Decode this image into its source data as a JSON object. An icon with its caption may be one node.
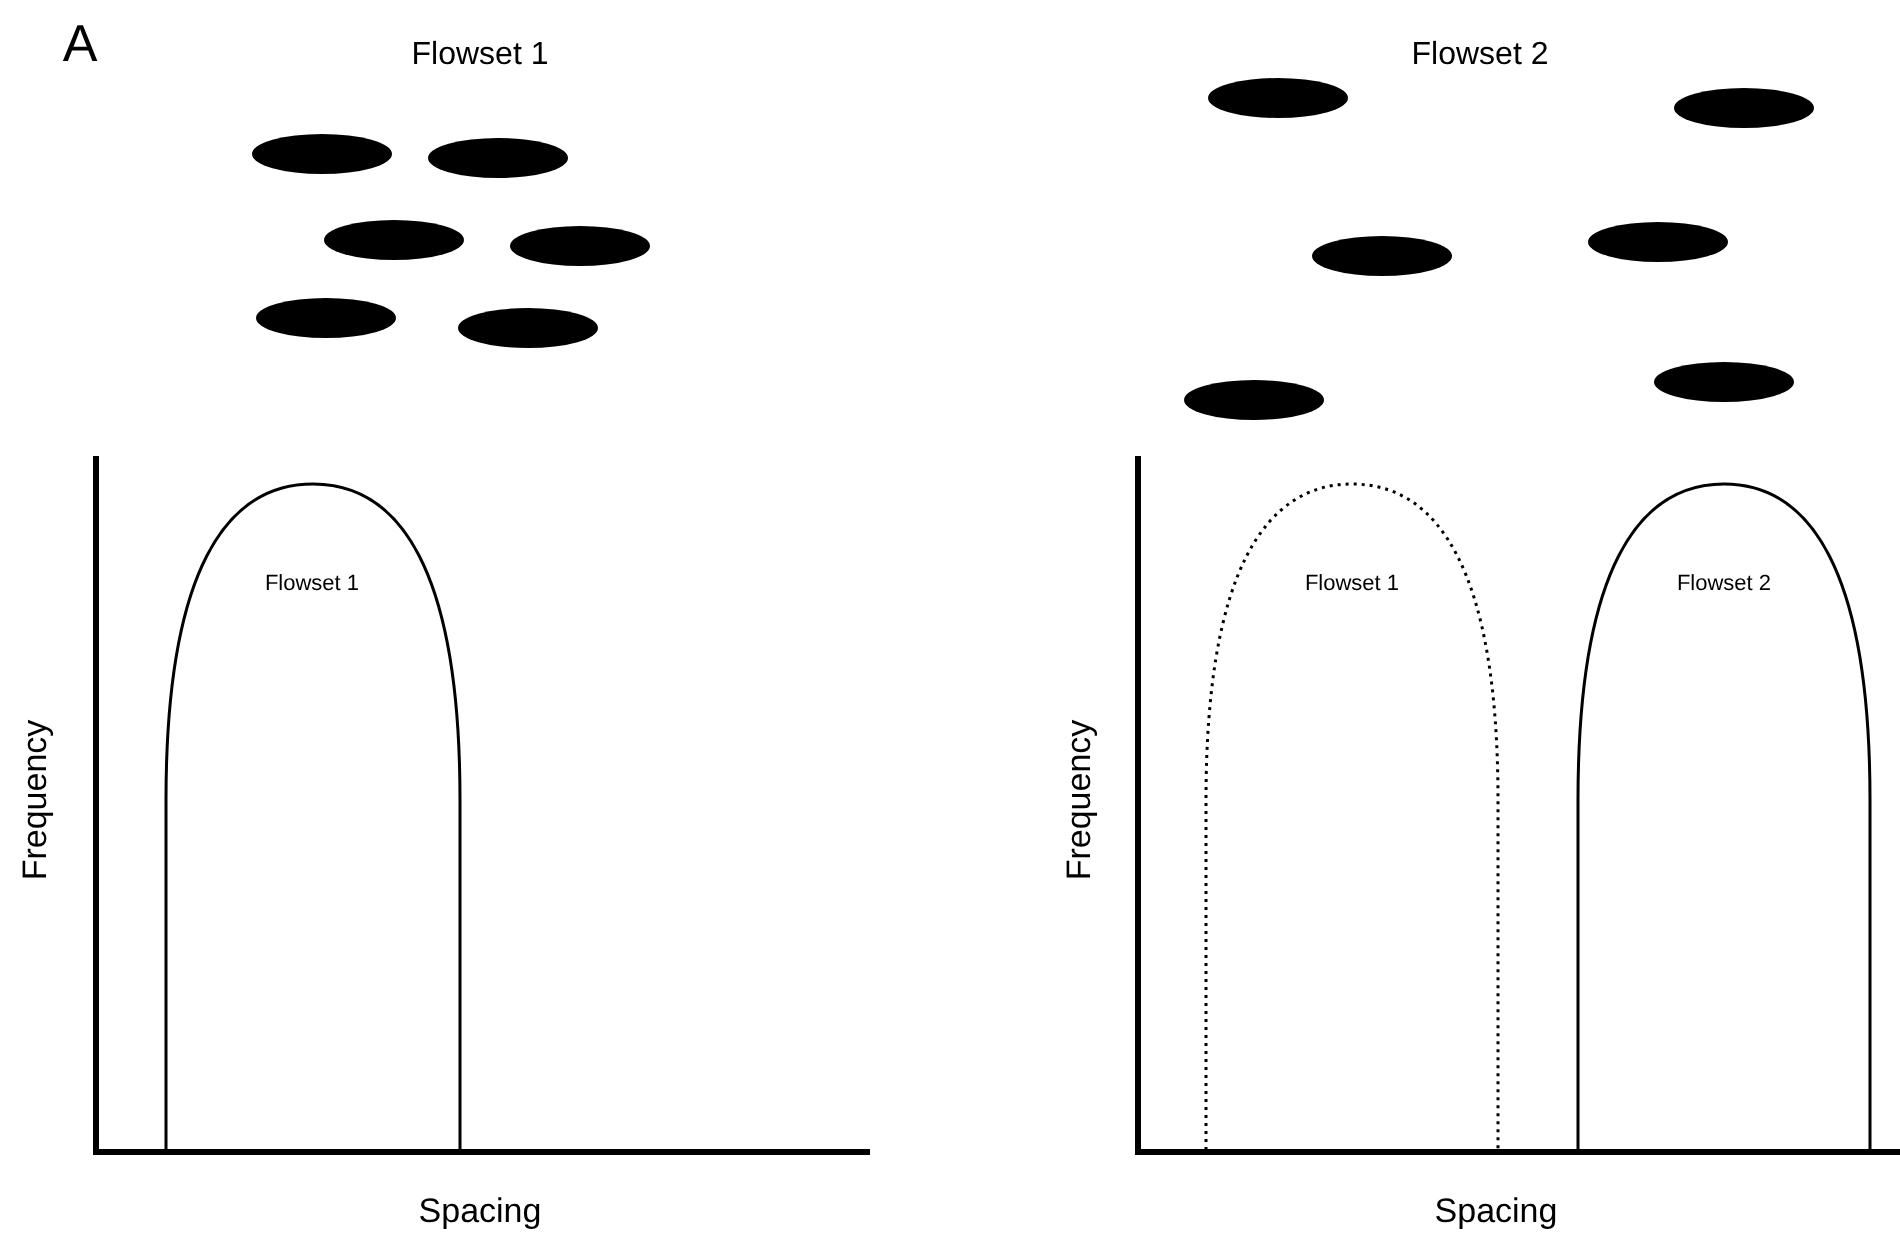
{
  "diagram": {
    "labels": [
      "A",
      "Flowset 1",
      "Flowset 2",
      "Flowset 1",
      "Frequency",
      "Spacing",
      "Flowset 1",
      "Flowset 2",
      "Frequency",
      "Spacing"
    ]
  }
}
